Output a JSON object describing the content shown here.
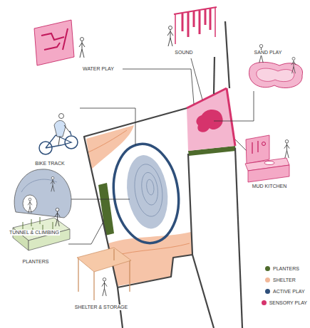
{
  "diagram": {
    "labels": [
      "SOUND",
      "SAND PLAY",
      "WATER PLAY",
      "BIKE TRACK",
      "MUD KITCHEN",
      "TUNNEL & CLIMBING",
      "PLANTERS",
      "SHELTER & STORAGE"
    ],
    "legend": [
      {
        "text": "PLANTERS",
        "color": "#4e6b2c"
      },
      {
        "text": "SHELTER",
        "color": "#f2b899"
      },
      {
        "text": "ACTIVE PLAY",
        "color": "#2e4f7a"
      },
      {
        "text": "SENSORY PLAY",
        "color": "#d6336c"
      }
    ]
  }
}
